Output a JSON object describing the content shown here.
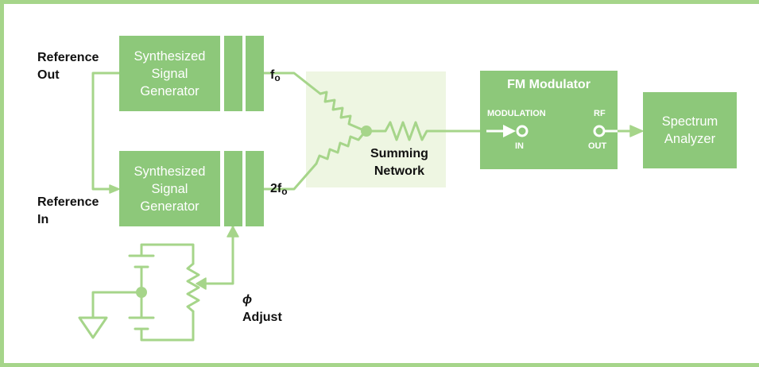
{
  "blocks": {
    "gen_top": "Synthesized\nSignal\nGenerator",
    "gen_bottom": "Synthesized\nSignal\nGenerator",
    "spectrum": "Spectrum\nAnalyzer",
    "fm_title": "FM Modulator"
  },
  "labels": {
    "ref_out": "Reference\nOut",
    "ref_in": "Reference\nIn",
    "summing": "Summing\nNetwork",
    "phase_symbol": "ϕ",
    "phase_adjust": "Adjust",
    "f0_base": "f",
    "f0_sub": "o",
    "f2_base": "2f",
    "f2_sub": "o"
  },
  "fm_ports": {
    "modulation": "MODULATION",
    "in": "IN",
    "rf": "RF",
    "out": "OUT"
  },
  "colors": {
    "block": "#8dc87a",
    "wire": "#a6d58a",
    "summing_bg": "#eef6e2",
    "frame": "#a6d58a"
  }
}
